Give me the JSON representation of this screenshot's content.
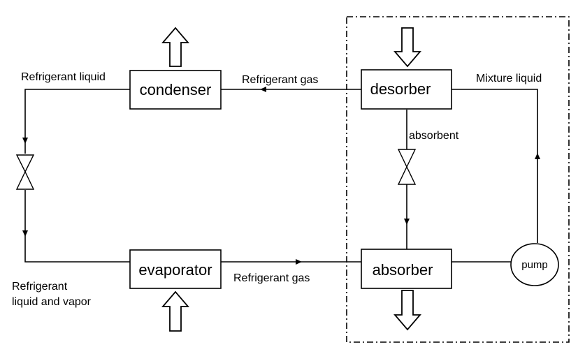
{
  "components": {
    "condenser": "condenser",
    "evaporator": "evaporator",
    "desorber": "desorber",
    "absorber": "absorber",
    "pump": "pump"
  },
  "labels": {
    "refrigerant_liquid": "Refrigerant liquid",
    "refrigerant_gas_top": "Refrigerant gas",
    "refrigerant_gas_bottom": "Refrigerant gas",
    "mixture_liquid": "Mixture liquid",
    "absorbent": "absorbent",
    "liquid_vapor_line1": "Refrigerant",
    "liquid_vapor_line2": "liquid and vapor"
  }
}
